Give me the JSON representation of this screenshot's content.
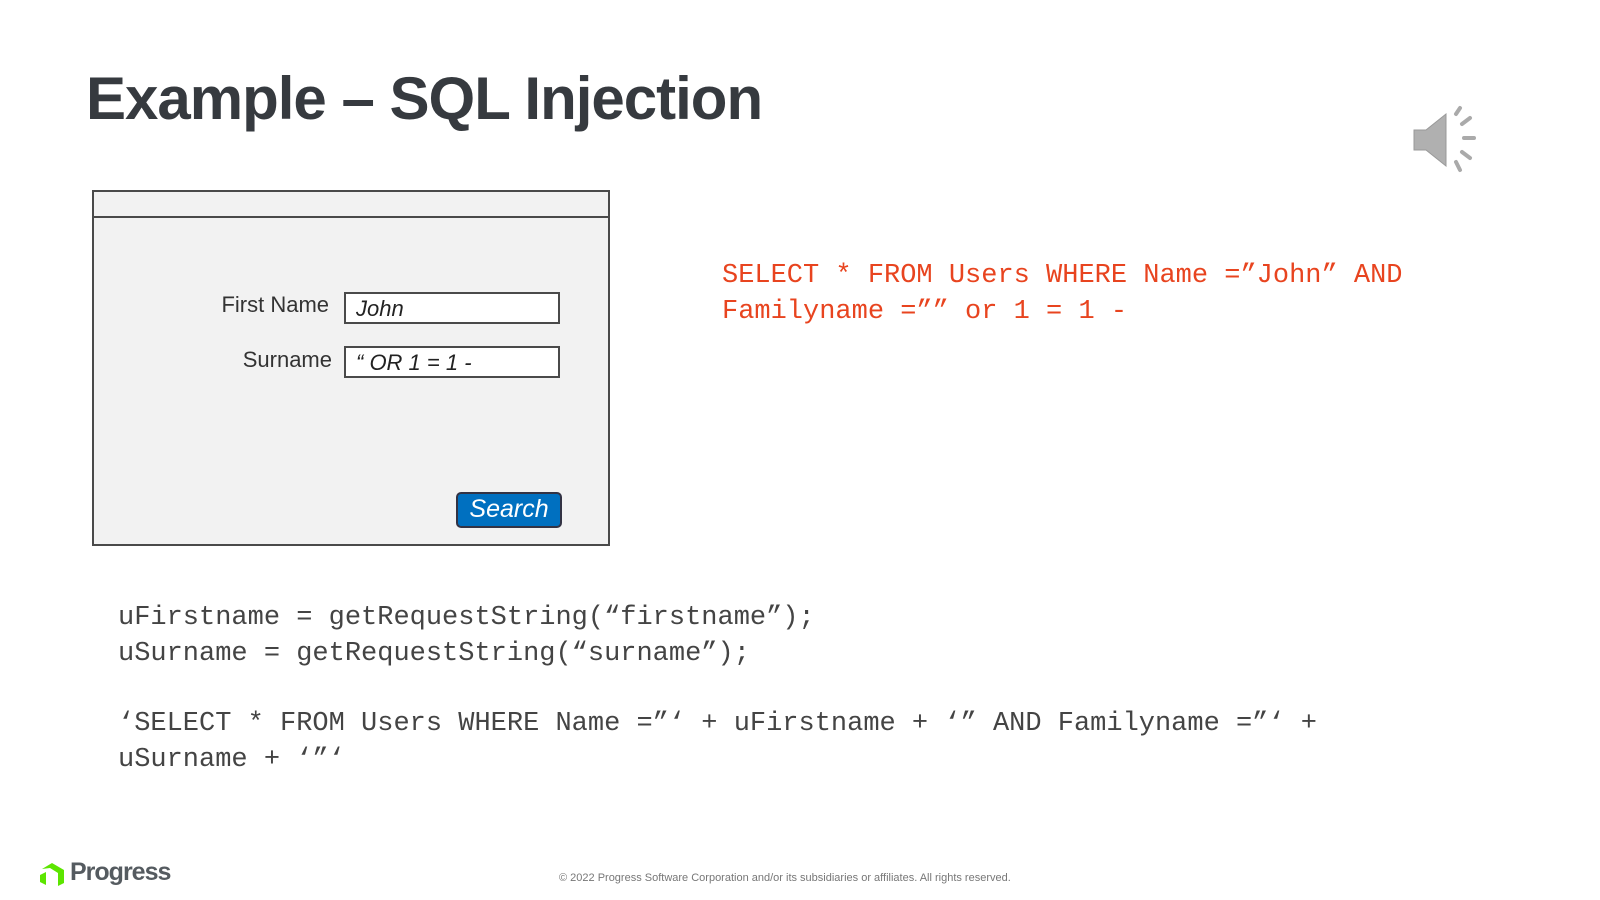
{
  "title": "Example – SQL Injection",
  "form": {
    "first_name_label": "First Name",
    "first_name_value": "John",
    "surname_label": "Surname",
    "surname_value": "“ OR 1 = 1  -",
    "search_label": "Search",
    "button_color": "#0070c0"
  },
  "sql_result": [
    "SELECT * FROM Users WHERE Name =”John” AND",
    "Familyname =”” or 1 = 1 -"
  ],
  "code": {
    "line1": "uFirstname = getRequestString(“firstname”);",
    "line2": "uSurname = getRequestString(“surname”);",
    "line3": "‘SELECT * FROM Users WHERE Name =”‘ + uFirstname + ‘” AND Familyname =”‘ +",
    "line4": "uSurname + ‘”‘"
  },
  "footer": {
    "logo": "Progress",
    "copyright": "© 2022 Progress Software Corporation and/or its subsidiaries or affiliates. All rights reserved."
  },
  "icons": {
    "audio": "speaker-icon"
  },
  "colors": {
    "sql_text": "#e8441f",
    "title": "#363a3f"
  }
}
